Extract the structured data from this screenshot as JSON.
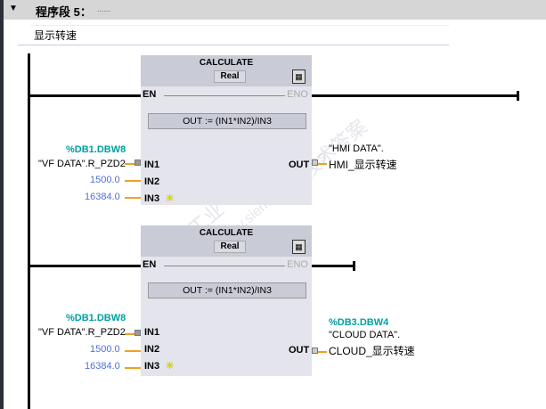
{
  "network": {
    "title": "程序段 5：",
    "dots": "......",
    "comment": "显示转速",
    "toggle_icon": "triangle-down"
  },
  "watermark": {
    "line1": "西门子工业",
    "line2": "support.industry.siemens.com/cs",
    "line3": "技术答案"
  },
  "blocks": [
    {
      "name": "CALCULATE",
      "type": "Real",
      "en": "EN",
      "eno": "ENO",
      "formula": "OUT :=   (IN1*IN2)/IN3",
      "in1": {
        "pin": "IN1",
        "address": "%DB1.DBW8",
        "operand": "\"VF DATA\".R_PZD2"
      },
      "in2": {
        "pin": "IN2",
        "value": "1500.0"
      },
      "in3": {
        "pin": "IN3",
        "value": "16384.0"
      },
      "out": {
        "pin": "OUT",
        "address": "",
        "operand_line1": "\"HMI DATA\".",
        "operand_line2": "HMI_显示转速"
      }
    },
    {
      "name": "CALCULATE",
      "type": "Real",
      "en": "EN",
      "eno": "ENO",
      "formula": "OUT :=   (IN1*IN2)/IN3",
      "in1": {
        "pin": "IN1",
        "address": "%DB1.DBW8",
        "operand": "\"VF DATA\".R_PZD2"
      },
      "in2": {
        "pin": "IN2",
        "value": "1500.0"
      },
      "in3": {
        "pin": "IN3",
        "value": "16384.0"
      },
      "out": {
        "pin": "OUT",
        "address": "%DB3.DBW4",
        "operand_line1": "\"CLOUD DATA\".",
        "operand_line2": "CLOUD_显示转速"
      }
    }
  ]
}
